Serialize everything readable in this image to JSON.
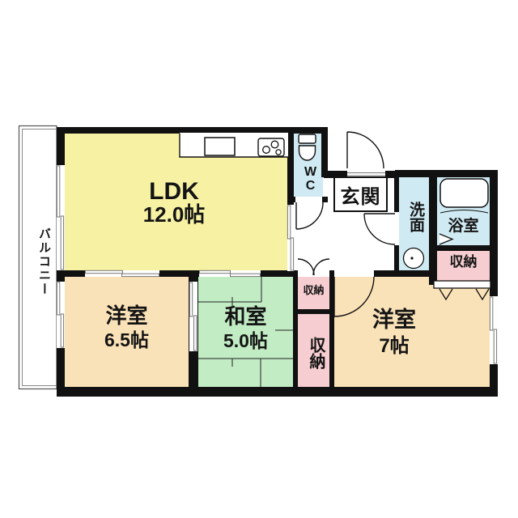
{
  "colors": {
    "ldk": "#F7F1A3",
    "western": "#FAE2B8",
    "tatami": "#C2ECC4",
    "wet": "#D0EAF3",
    "closet": "#F6CDD0",
    "wall": "#111111"
  },
  "plan": {
    "balcony": {
      "label": "バルコニー"
    },
    "ldk": {
      "label": "LDK",
      "size": "12.0帖"
    },
    "wc": {
      "label": "WC"
    },
    "genkan": {
      "label": "玄関"
    },
    "senmen": {
      "label": "洗面"
    },
    "bathroom": {
      "label": "浴室"
    },
    "closet_bath": {
      "label": "収納"
    },
    "closet_small": {
      "label": "収納"
    },
    "closet_tall": {
      "label": "収納"
    },
    "western1": {
      "label": "洋室",
      "size": "6.5帖"
    },
    "japanese": {
      "label": "和室",
      "size": "5.0帖"
    },
    "western2": {
      "label": "洋室",
      "size": "7帖"
    }
  }
}
